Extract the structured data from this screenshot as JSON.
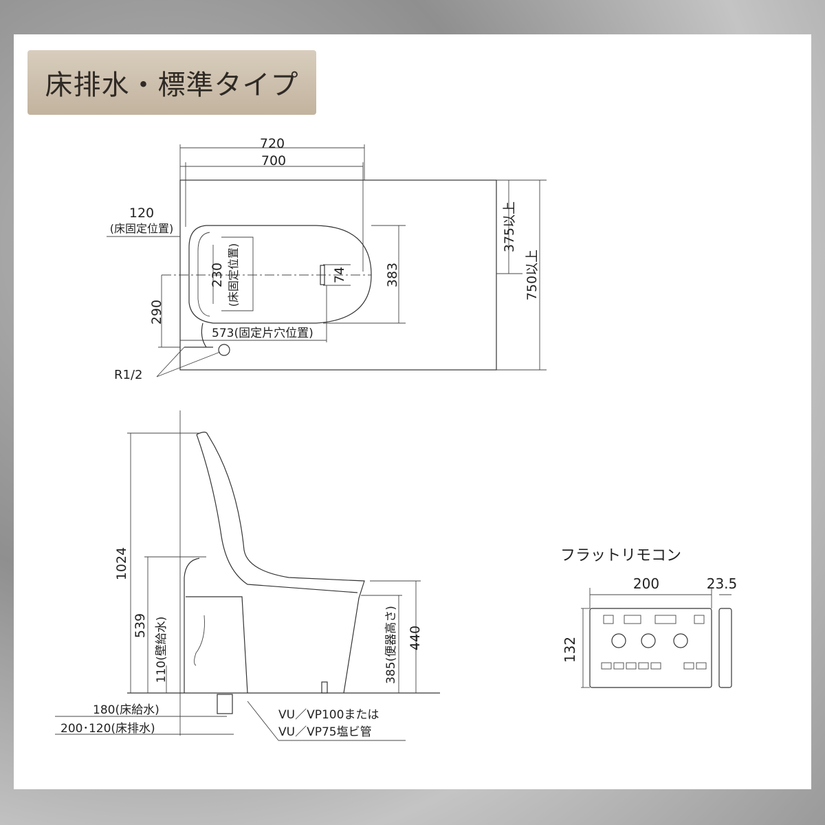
{
  "title": "床排水・標準タイプ",
  "top_view": {
    "dim_720": "720",
    "dim_700": "700",
    "dim_120": "120",
    "dim_120_note": "(床固定位置)",
    "dim_230": "230",
    "dim_230_note": "(床固定位置)",
    "dim_290": "290",
    "dim_74": "74",
    "dim_383": "383",
    "dim_375": "375以上",
    "dim_750": "750以上",
    "dim_573": "573(固定片穴位置)",
    "r12": "R1/2"
  },
  "side_view": {
    "dim_1024": "1024",
    "dim_539": "539",
    "dim_110": "110(壁給水)",
    "dim_385": "385(便器高さ)",
    "dim_440": "440",
    "dim_180": "180(床給水)",
    "dim_200_120": "200･120(床排水)",
    "pipe_line1": "VU／VP100または",
    "pipe_line2": "VU／VP75塩ビ管"
  },
  "remote": {
    "title": "フラットリモコン",
    "width": "200",
    "depth": "23.5",
    "height": "132"
  }
}
